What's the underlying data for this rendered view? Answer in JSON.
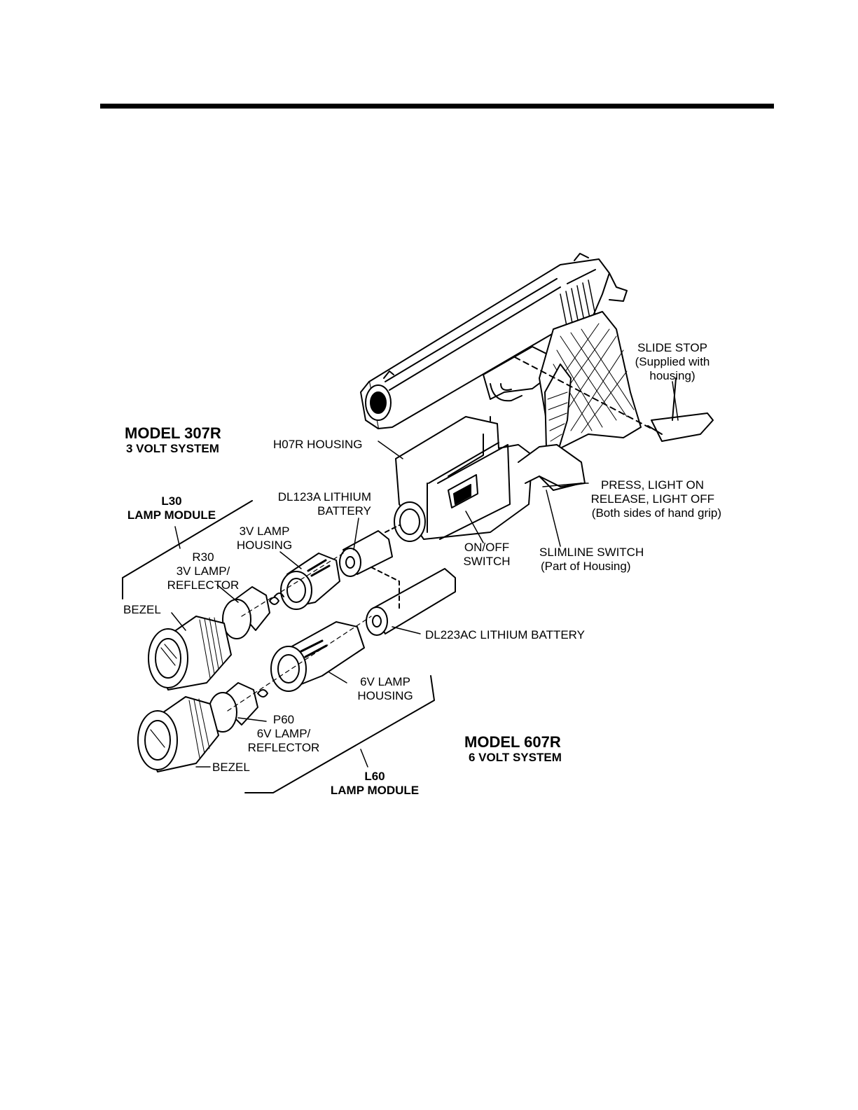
{
  "models": {
    "m307": {
      "name": "MODEL 307R",
      "system": "3 VOLT SYSTEM"
    },
    "m607": {
      "name": "MODEL 607R",
      "system": "6 VOLT SYSTEM"
    }
  },
  "modules": {
    "l30": {
      "line1": "L30",
      "line2": "LAMP MODULE"
    },
    "l60": {
      "line1": "L60",
      "line2": "LAMP MODULE"
    }
  },
  "labels": {
    "slide_stop": [
      "SLIDE STOP",
      "(Supplied with",
      "housing)"
    ],
    "h07r_housing": "H07R HOUSING",
    "press_light": [
      "PRESS, LIGHT ON",
      "RELEASE, LIGHT OFF",
      "(Both sides of hand grip)"
    ],
    "dl123a": [
      "DL123A LITHIUM",
      "BATTERY"
    ],
    "lamp_housing_3v": [
      "3V LAMP",
      "HOUSING"
    ],
    "r30": [
      "R30",
      "3V LAMP/",
      "REFLECTOR"
    ],
    "bezel_top": "BEZEL",
    "on_off": [
      "ON/OFF",
      "SWITCH"
    ],
    "slimline": [
      "SLIMLINE SWITCH",
      "(Part of Housing)"
    ],
    "dl223ac": "DL223AC LITHIUM BATTERY",
    "lamp_housing_6v": [
      "6V LAMP",
      "HOUSING"
    ],
    "p60": [
      "P60",
      "6V LAMP/",
      "REFLECTOR"
    ],
    "bezel_bottom": "BEZEL"
  }
}
